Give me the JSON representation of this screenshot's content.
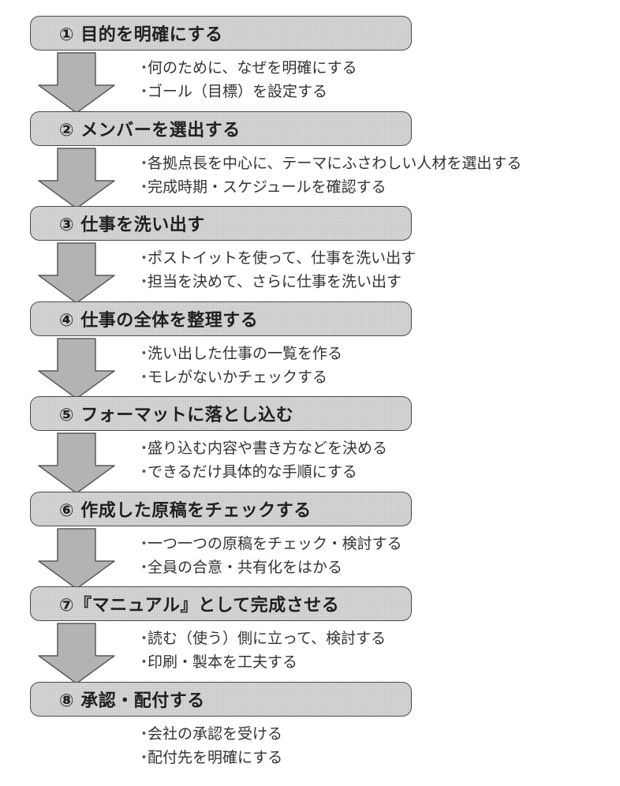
{
  "steps": [
    {
      "title": "① 目的を明確にする",
      "bullets": [
        "何のために、なぜを明確にする",
        "ゴール（目標）を設定する"
      ]
    },
    {
      "title": "② メンバーを選出する",
      "bullets": [
        "各拠点長を中心に、テーマにふさわしい人材を選出する",
        "完成時期・スケジュールを確認する"
      ]
    },
    {
      "title": "③ 仕事を洗い出す",
      "bullets": [
        "ポストイットを使って、仕事を洗い出す",
        "担当を決めて、さらに仕事を洗い出す"
      ]
    },
    {
      "title": "④ 仕事の全体を整理する",
      "bullets": [
        "洗い出した仕事の一覧を作る",
        "モレがないかチェックする"
      ]
    },
    {
      "title": "⑤ フォーマットに落とし込む",
      "bullets": [
        "盛り込む内容や書き方などを決める",
        "できるだけ具体的な手順にする"
      ]
    },
    {
      "title": "⑥ 作成した原稿をチェックする",
      "bullets": [
        "一つ一つの原稿をチェック・検討する",
        "全員の合意・共有化をはかる"
      ]
    },
    {
      "title": "⑦『マニュアル』として完成させる",
      "bullets": [
        "読む（使う）側に立って、検討する",
        "印刷・製本を工夫する"
      ]
    },
    {
      "title": "⑧ 承認・配付する",
      "bullets": [
        "会社の承認を受ける",
        "配付先を明確にする"
      ]
    }
  ],
  "bullet_marker": "・",
  "colors": {
    "box_fill": "#d9d9d9",
    "box_border": "#4a4a4a",
    "arrow_fill": "#b3b3b3",
    "arrow_border": "#5a5a5a",
    "text": "#2b2b2b"
  }
}
